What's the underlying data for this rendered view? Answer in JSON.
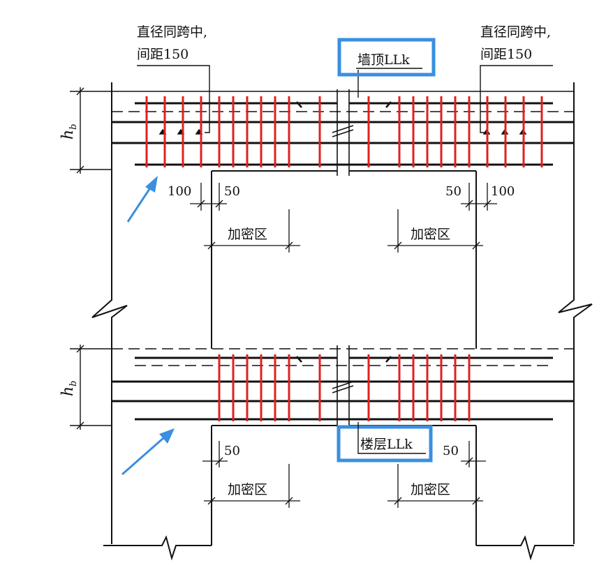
{
  "labels": {
    "top_note_left_line1": "直径同跨中,",
    "top_note_left_line2": "间距150",
    "top_note_right_line1": "直径同跨中,",
    "top_note_right_line2": "间距150",
    "wall_top_beam": "墙顶LLk",
    "floor_beam": "楼层LLk",
    "hb_symbol": "h",
    "hb_subscript": "b",
    "dense_zone": "加密区",
    "dim_100": "100",
    "dim_50": "50"
  },
  "colors": {
    "stirrup": "#e02020",
    "highlight_box": "#3a8fe0",
    "arrow": "#3a8fe0",
    "line": "#111111"
  }
}
